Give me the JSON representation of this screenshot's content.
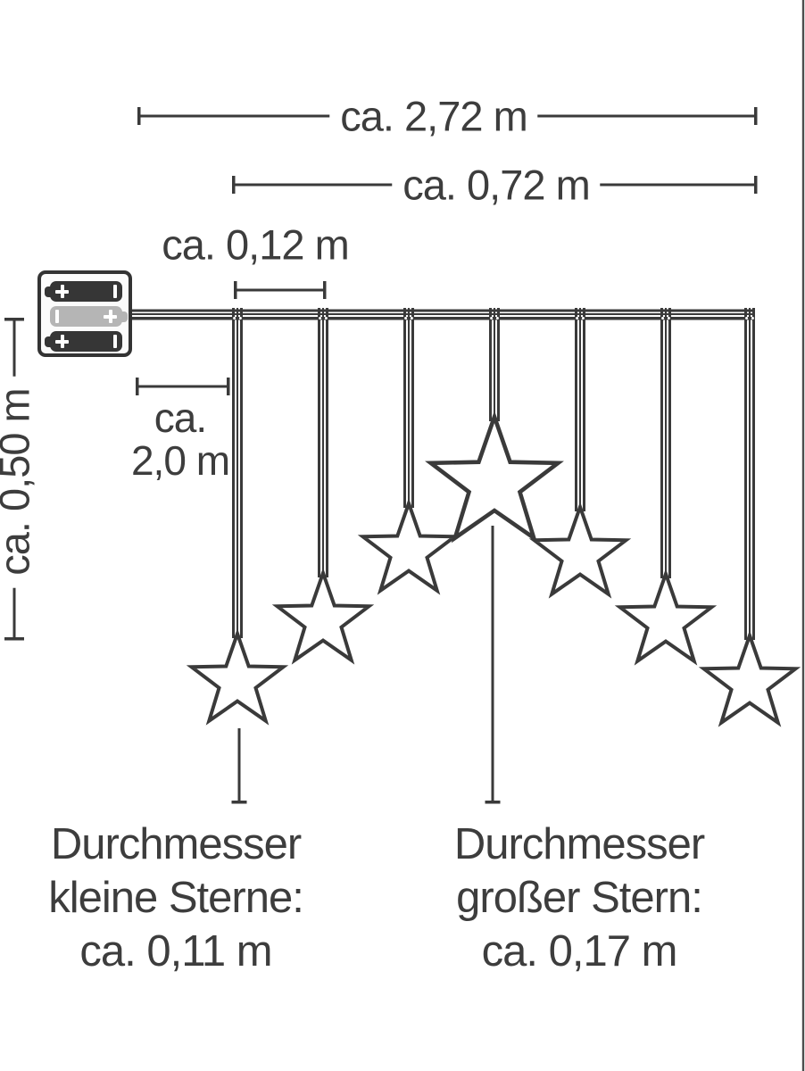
{
  "diagram": {
    "dim_total": "ca. 2,72 m",
    "dim_inner": "ca. 0,72 m",
    "dim_spacing": "ca. 0,12 m",
    "dim_lead": {
      "line1": "ca.",
      "line2": "2,0 m"
    },
    "dim_height": "ca. 0,50 m",
    "label_small_stars": {
      "line1": "Durchmesser",
      "line2": "kleine Sterne:",
      "line3": "ca. 0,11 m"
    },
    "label_big_star": {
      "line1": "Durchmesser",
      "line2": "großer Stern:",
      "line3": "ca. 0,17 m"
    },
    "stars": {
      "small_count": 6,
      "large_count": 1
    },
    "battery_box": {
      "batteries": [
        {
          "style": "dark",
          "nub": "left",
          "left_terminal": "plus",
          "right_terminal": "minus"
        },
        {
          "style": "gray",
          "nub": "right",
          "left_terminal": "minus",
          "right_terminal": "plus"
        },
        {
          "style": "dark",
          "nub": "left",
          "left_terminal": "plus",
          "right_terminal": "minus"
        }
      ]
    },
    "colors": {
      "line": "#3a3a3a",
      "text": "#3d3d3d",
      "battery_dark": "#363636",
      "battery_gray": "#b5b5b5",
      "background": "#ffffff",
      "edge_border": "#4d4d4d"
    }
  }
}
